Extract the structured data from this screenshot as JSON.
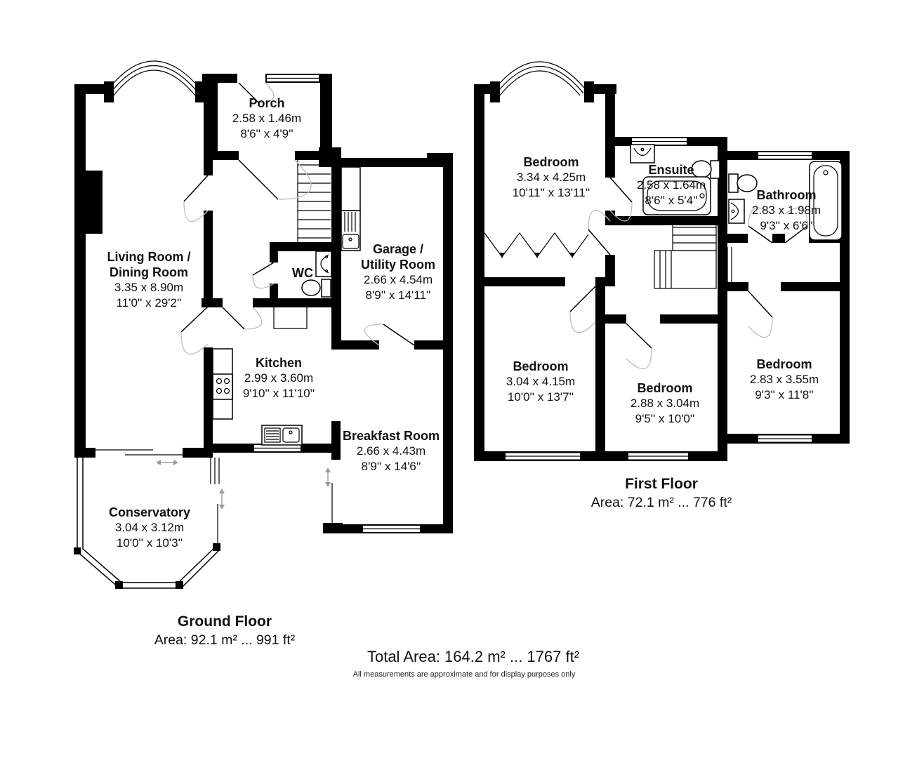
{
  "ground_floor": {
    "title": "Ground Floor",
    "area": "Area: 92.1 m² ... 991 ft²",
    "rooms": [
      {
        "name": "Porch",
        "metric": "2.58 x 1.46m",
        "imperial": "8'6'' x 4'9''"
      },
      {
        "name": "Living Room / Dining Room",
        "metric": "3.35 x 8.90m",
        "imperial": "11'0'' x 29'2''"
      },
      {
        "name": "WC"
      },
      {
        "name": "Garage / Utility Room",
        "metric": "2.66 x 4.54m",
        "imperial": "8'9'' x 14'11''"
      },
      {
        "name": "Kitchen",
        "metric": "2.99 x 3.60m",
        "imperial": "9'10'' x 11'10''"
      },
      {
        "name": "Breakfast Room",
        "metric": "2.66 x 4.43m",
        "imperial": "8'9'' x 14'6''"
      },
      {
        "name": "Conservatory",
        "metric": "3.04 x 3.12m",
        "imperial": "10'0'' x 10'3''"
      }
    ]
  },
  "first_floor": {
    "title": "First Floor",
    "area": "Area: 72.1 m² ... 776 ft²",
    "rooms": [
      {
        "name": "Bedroom",
        "metric": "3.34 x 4.25m",
        "imperial": "10'11'' x 13'11''"
      },
      {
        "name": "Ensuite",
        "metric": "2.58 x 1.64m",
        "imperial": "8'6'' x 5'4''"
      },
      {
        "name": "Bathroom",
        "metric": "2.83 x 1.98m",
        "imperial": "9'3'' x 6'6''"
      },
      {
        "name": "Bedroom",
        "metric": "3.04 x 4.15m",
        "imperial": "10'0'' x 13'7''"
      },
      {
        "name": "Bedroom",
        "metric": "2.88 x 3.04m",
        "imperial": "9'5'' x 10'0''"
      },
      {
        "name": "Bedroom",
        "metric": "2.83 x 3.55m",
        "imperial": "9'3'' x 11'8''"
      }
    ]
  },
  "footer": {
    "total_area": "Total Area: 164.2 m² ... 1767 ft²",
    "disclaimer": "All measurements are approximate and for display purposes only"
  },
  "colors": {
    "wall": "#000000",
    "background": "#ffffff",
    "door_arc": "#bdbdbd"
  }
}
